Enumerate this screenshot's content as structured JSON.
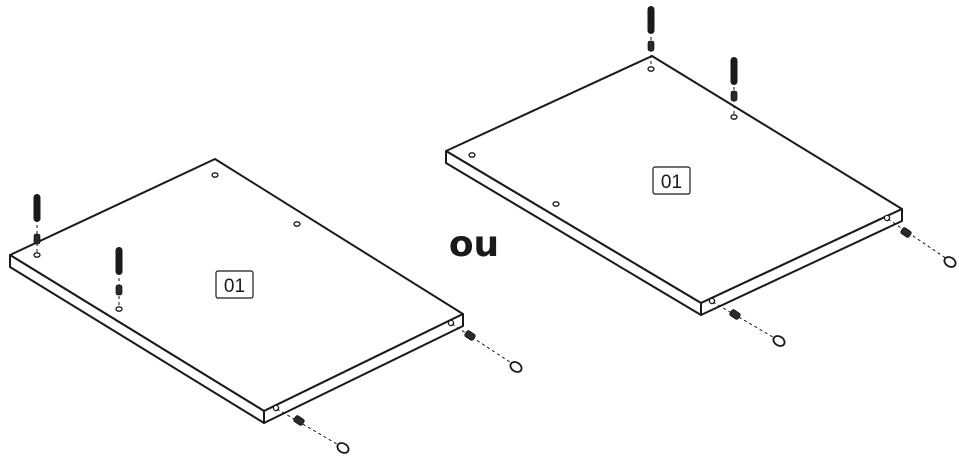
{
  "figure": {
    "left_panel": {
      "part_label": "01"
    },
    "right_panel": {
      "part_label": "01"
    },
    "separator_text": "ou"
  }
}
